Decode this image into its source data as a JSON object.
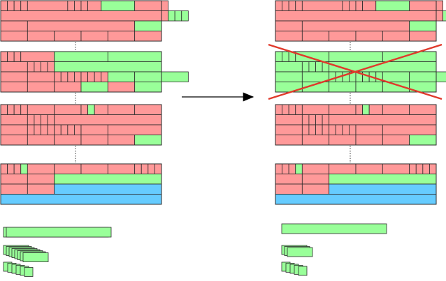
{
  "colors": {
    "used": "#ff9999",
    "free": "#99ff99",
    "unallocated": "#66ccff",
    "stroke": "#2a2a2a",
    "cross": "#e0392b",
    "connector": "#333333",
    "arrow": "#000000",
    "background": "#ffffff"
  },
  "diagram": {
    "description_kind": "memory-pages-before-after-release",
    "layout": {
      "left_group": "before",
      "right_group": "after",
      "arrow_direction": "left-to-right"
    },
    "pages": [
      {
        "id": "page-1",
        "rows": [
          [
            [
              "used",
              1
            ],
            [
              "used",
              1
            ],
            [
              "used",
              1
            ],
            [
              "used",
              1
            ],
            [
              "used",
              6
            ],
            [
              "used",
              1
            ],
            [
              "used",
              1
            ],
            [
              "used",
              1
            ],
            [
              "used",
              2
            ],
            [
              "free",
              5
            ],
            [
              "used",
              5
            ]
          ],
          [
            [
              "used",
              25
            ],
            [
              "free",
              1
            ],
            [
              "free",
              1
            ],
            [
              "free",
              1
            ]
          ],
          [
            [
              "used",
              4
            ],
            [
              "used",
              16
            ],
            [
              "free",
              4
            ]
          ],
          [
            [
              "used",
              4
            ],
            [
              "used",
              4
            ],
            [
              "used",
              4
            ],
            [
              "used",
              4
            ],
            [
              "used",
              4
            ],
            [
              "used",
              4
            ]
          ]
        ],
        "released": false
      },
      {
        "id": "page-2",
        "rows": [
          [
            [
              "used",
              1
            ],
            [
              "used",
              1
            ],
            [
              "used",
              1
            ],
            [
              "used",
              5
            ],
            [
              "free",
              8
            ],
            [
              "free",
              8
            ]
          ],
          [
            [
              "used",
              4
            ],
            [
              "used",
              1
            ],
            [
              "used",
              1
            ],
            [
              "used",
              1
            ],
            [
              "used",
              1
            ],
            [
              "free",
              16
            ]
          ],
          [
            [
              "used",
              4
            ],
            [
              "used",
              4
            ],
            [
              "used",
              1
            ],
            [
              "used",
              1
            ],
            [
              "used",
              1
            ],
            [
              "used",
              1
            ],
            [
              "used",
              1
            ],
            [
              "used",
              1
            ],
            [
              "used",
              1
            ],
            [
              "used",
              1
            ],
            [
              "free",
              4
            ],
            [
              "free",
              8
            ]
          ],
          [
            [
              "used",
              4
            ],
            [
              "used",
              4
            ],
            [
              "used",
              4
            ],
            [
              "free",
              4
            ],
            [
              "used",
              4
            ],
            [
              "free",
              4
            ]
          ]
        ],
        "released": true
      },
      {
        "id": "page-3",
        "rows": [
          [
            [
              "used",
              1
            ],
            [
              "used",
              1
            ],
            [
              "used",
              1
            ],
            [
              "used",
              1
            ],
            [
              "used",
              4
            ],
            [
              "used",
              4
            ],
            [
              "used",
              1
            ],
            [
              "free",
              1
            ],
            [
              "used",
              2
            ],
            [
              "used",
              4
            ],
            [
              "used",
              4
            ]
          ],
          [
            [
              "used",
              4
            ],
            [
              "used",
              1
            ],
            [
              "used",
              1
            ],
            [
              "used",
              1
            ],
            [
              "used",
              1
            ],
            [
              "used",
              16
            ]
          ],
          [
            [
              "used",
              4
            ],
            [
              "used",
              1
            ],
            [
              "used",
              1
            ],
            [
              "used",
              1
            ],
            [
              "used",
              1
            ],
            [
              "used",
              1
            ],
            [
              "used",
              1
            ],
            [
              "used",
              1
            ],
            [
              "used",
              1
            ],
            [
              "used",
              4
            ],
            [
              "used",
              8
            ]
          ],
          [
            [
              "used",
              4
            ],
            [
              "used",
              4
            ],
            [
              "used",
              4
            ],
            [
              "used",
              4
            ],
            [
              "used",
              4
            ],
            [
              "free",
              4
            ]
          ]
        ],
        "released": false
      },
      {
        "id": "page-4",
        "rows": [
          [
            [
              "used",
              1
            ],
            [
              "used",
              1
            ],
            [
              "used",
              1
            ],
            [
              "free",
              1
            ],
            [
              "used",
              4
            ],
            [
              "used",
              4
            ],
            [
              "used",
              4
            ],
            [
              "used",
              4
            ],
            [
              "used",
              1
            ],
            [
              "used",
              1
            ],
            [
              "used",
              1
            ],
            [
              "used",
              1
            ]
          ],
          [
            [
              "used",
              4
            ],
            [
              "used",
              4
            ],
            [
              "free",
              16
            ]
          ],
          [
            [
              "used",
              4
            ],
            [
              "used",
              4
            ],
            [
              "unallocated",
              16
            ]
          ],
          [
            [
              "unallocated",
              24
            ]
          ]
        ],
        "released": false
      }
    ],
    "free_lists_before": [
      {
        "id": "free-list-large",
        "items": 2,
        "size": "large"
      },
      {
        "id": "free-list-medium",
        "items": 8,
        "size": "medium"
      },
      {
        "id": "free-list-small",
        "items": 6,
        "size": "small"
      }
    ],
    "free_lists_after": [
      {
        "id": "free-list-large",
        "items": 1,
        "size": "large"
      },
      {
        "id": "free-list-medium",
        "items": 3,
        "size": "medium"
      },
      {
        "id": "free-list-small",
        "items": 5,
        "size": "small"
      }
    ]
  }
}
